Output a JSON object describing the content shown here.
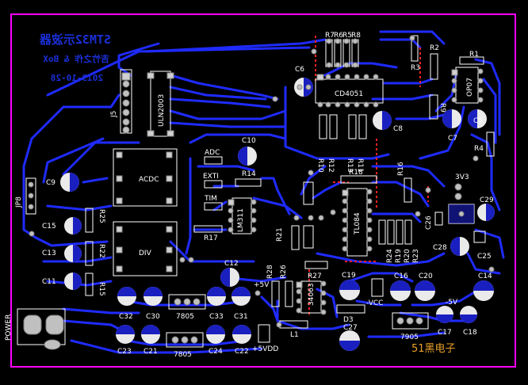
{
  "board": {
    "title_lines": [
      "STM32示波器",
      "吉竹之作 & BoX",
      "2013-10-28"
    ],
    "brand_label": "51黑电子",
    "colors": {
      "background": "#000000",
      "trace": "#1f2bff",
      "outline": "#ff00ff",
      "silkscreen": "#ffffff",
      "pad": "#c0c0c0",
      "brand_text": "#e8a028"
    }
  },
  "labels": {
    "j5": "J5",
    "uln": "ULN2003",
    "c6": "C6",
    "cd4051": "CD4051",
    "r7": "R7",
    "r6": "R6",
    "r5": "R5",
    "r8": "R8",
    "r2": "R2",
    "r3": "R3",
    "r1": "R1",
    "op07": "OP07",
    "r9": "R9",
    "c7": "C7",
    "c5": "C5",
    "r4": "R4",
    "c8": "C8",
    "r10": "R10",
    "r12": "R12",
    "r13": "R13",
    "r11": "R11",
    "c9": "C9",
    "jp8": "JP8",
    "acdc": "ACDC",
    "div": "DIV",
    "adc": "ADC",
    "exti": "EXTI",
    "tim": "TIM",
    "c10": "C10",
    "r14": "R14",
    "lm311": "LM311",
    "r17": "R17",
    "r21": "R21",
    "r18": "R18",
    "tl084": "TL084",
    "r16": "R16",
    "3v3": "3V3",
    "c26": "C26",
    "c29": "C29",
    "c28": "C28",
    "c25": "C25",
    "r24": "R24",
    "r19": "R19",
    "r20": "R20",
    "r23": "R23",
    "c15": "C15",
    "c13": "C13",
    "c11": "C11",
    "r25": "R25",
    "r22": "R22",
    "r15": "R15",
    "c12": "C12",
    "plus5v": "+5V",
    "r28": "R28",
    "r26": "R26",
    "r27": "R27",
    "ic34063": "34063",
    "c19": "C19",
    "c16": "C16",
    "c20": "C20",
    "c14": "C14",
    "minus_vcc": "-VCC",
    "minus5v": "-5V",
    "c32": "C32",
    "c30": "C30",
    "r7805a": "7805",
    "c33": "C33",
    "c31": "C31",
    "c23": "C23",
    "c21": "C21",
    "r7805b": "7805",
    "c24": "C24",
    "c22": "C22",
    "plus5vdd": "+5VDD",
    "l1": "L1",
    "d3": "D3",
    "c27": "C27",
    "r7905": "7905",
    "c17": "C17",
    "c18": "C18",
    "power": "POWER"
  }
}
